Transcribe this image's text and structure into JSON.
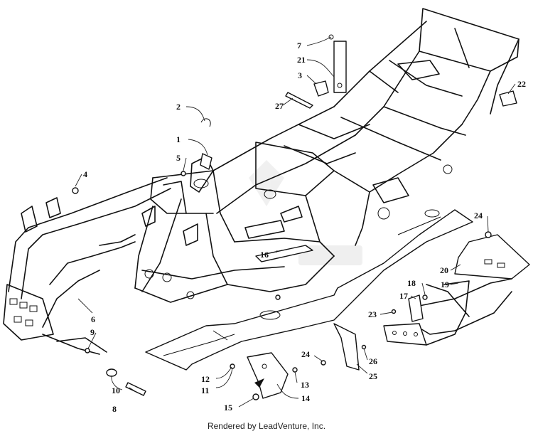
{
  "diagram": {
    "callouts": [
      "1",
      "2",
      "3",
      "4",
      "5",
      "6",
      "7",
      "8",
      "9",
      "10",
      "11",
      "12",
      "13",
      "14",
      "15",
      "16",
      "17",
      "18",
      "19",
      "20",
      "21",
      "22",
      "23",
      "24",
      "24",
      "25",
      "26",
      "27"
    ]
  },
  "footer": {
    "credit": "Rendered by LeadVenture, Inc."
  }
}
